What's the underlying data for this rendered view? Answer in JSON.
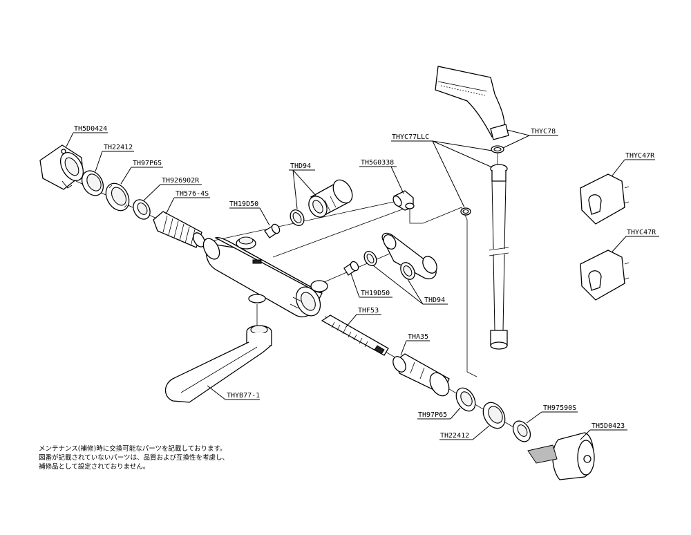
{
  "parts": [
    {
      "id": "TH5D0424"
    },
    {
      "id": "TH22412"
    },
    {
      "id": "TH97P65"
    },
    {
      "id": "TH926902R"
    },
    {
      "id": "TH576-4S"
    },
    {
      "id": "TH19D50"
    },
    {
      "id": "THD94"
    },
    {
      "id": "TH5G0338"
    },
    {
      "id": "THYC77LLC"
    },
    {
      "id": "THYC78"
    },
    {
      "id": "THYC47R"
    },
    {
      "id": "THYC47R"
    },
    {
      "id": "TH19D50"
    },
    {
      "id": "THD94"
    },
    {
      "id": "THF53"
    },
    {
      "id": "THA35"
    },
    {
      "id": "THYB77-1"
    },
    {
      "id": "TH97P65"
    },
    {
      "id": "TH22412"
    },
    {
      "id": "TH97590S"
    },
    {
      "id": "TH5D0423"
    }
  ],
  "note_lines": [
    "メンテナンス(補修)時に交換可能なパーツを記載しております。",
    "図番が記載されていないパーツは、品質および互換性を考慮し、",
    "補修品として設定されておりません。"
  ]
}
